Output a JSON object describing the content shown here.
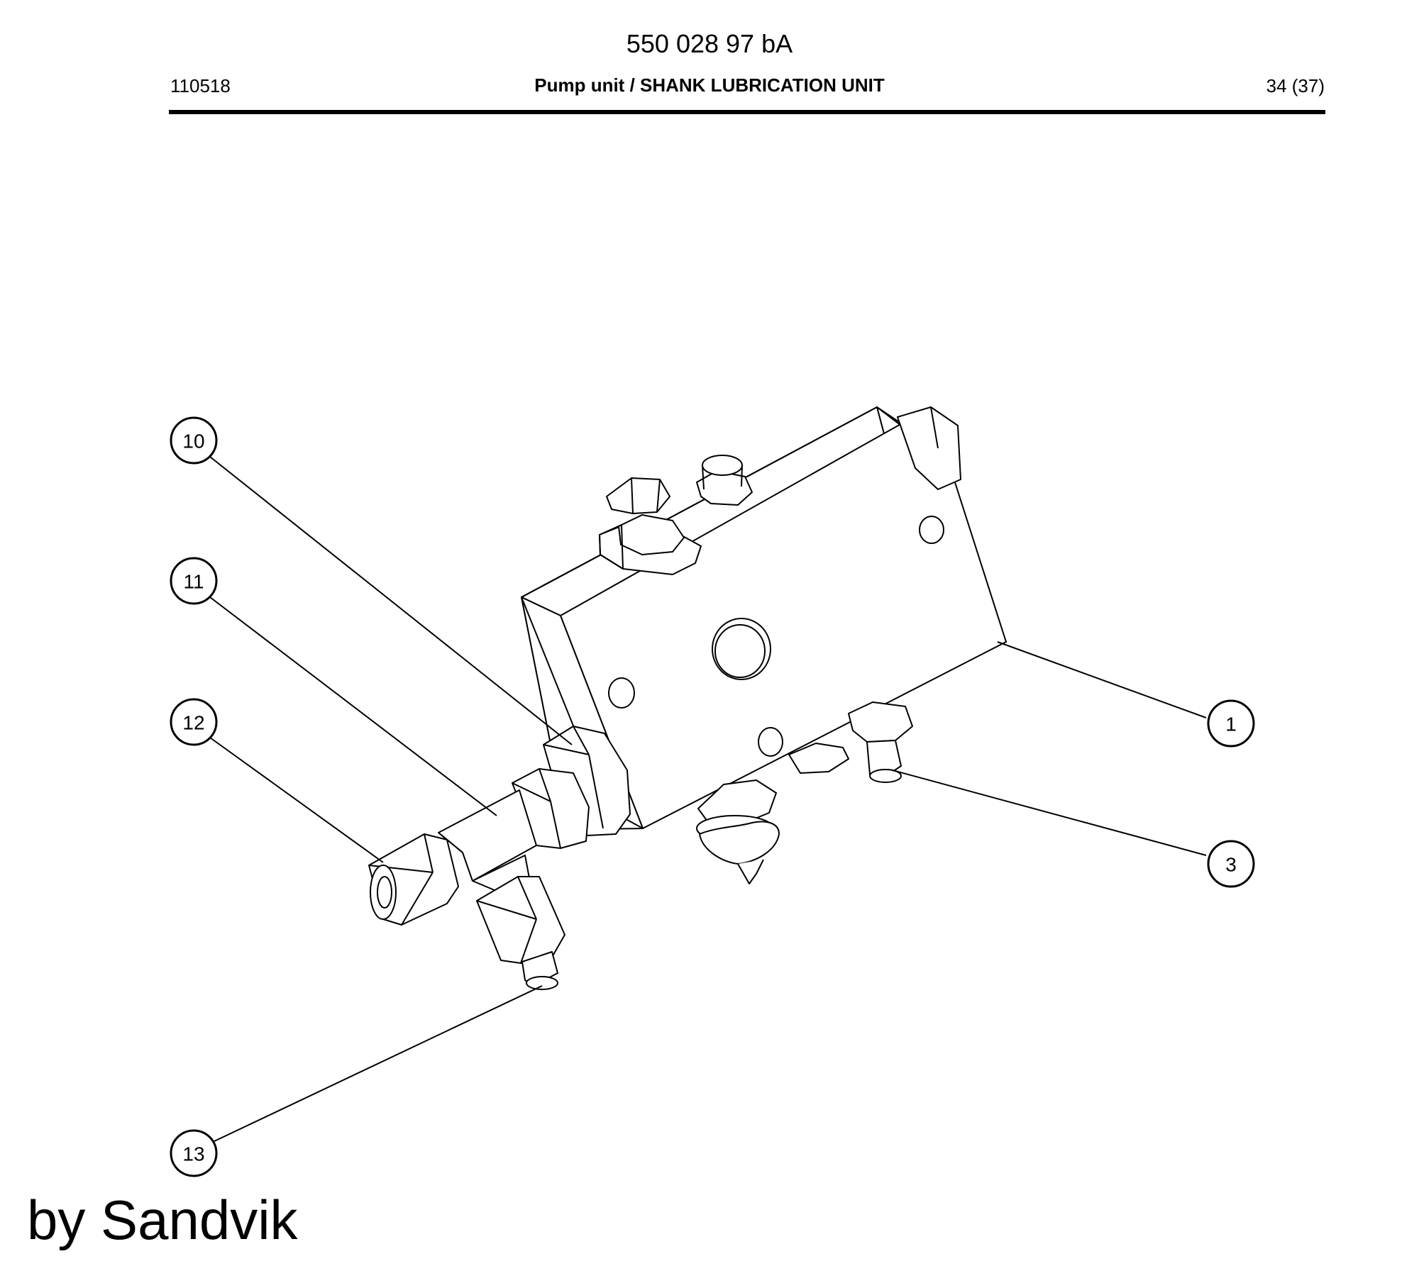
{
  "header": {
    "doc_number": "550 028 97 bA",
    "date_code": "110518",
    "title": "Pump unit / SHANK LUBRICATION UNIT",
    "page": "34 (37)"
  },
  "callouts": {
    "c10": "10",
    "c11": "11",
    "c12": "12",
    "c13": "13",
    "c1": "1",
    "c3": "3"
  },
  "watermark": "by Sandvik"
}
